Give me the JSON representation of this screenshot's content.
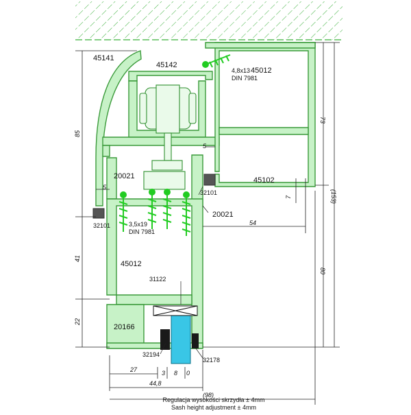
{
  "profiles": {
    "p45141": "45141",
    "p45142": "45142",
    "p45012_top": "45012",
    "p45102": "45102",
    "p20021_a": "20021",
    "p20021_b": "20021",
    "p45012_bot": "45012",
    "p31122": "31122",
    "p20166": "20166",
    "p32101_a": "32101",
    "p32101_b": "32101",
    "p32194": "32194",
    "p32178": "32178"
  },
  "screws": {
    "top_size": "4,8x13",
    "top_std": "DIN 7981",
    "mid_size": "3,5x19",
    "mid_std": "DIN 7981"
  },
  "dimensions": {
    "d85": "85",
    "d41": "41",
    "d22": "22",
    "d73": "73",
    "d153": "(153)",
    "d80": "80",
    "d5a": "5",
    "d5b": "5",
    "d7": "7",
    "d54": "54",
    "d27": "27",
    "d3": "3",
    "d8": "8",
    "d0": "0",
    "d448": "44,8",
    "d98": "(98)"
  },
  "caption": {
    "pl": "Regulacja wysokości skrzydła ± 4mm",
    "en": "Sash height adjustment ± 4mm"
  },
  "colors": {
    "profile_fill": "#c7f2c7",
    "profile_stroke": "#3a9a3a",
    "screw": "#22cc22",
    "hatch": "#3bb03b",
    "glass": "#39c6e6"
  }
}
